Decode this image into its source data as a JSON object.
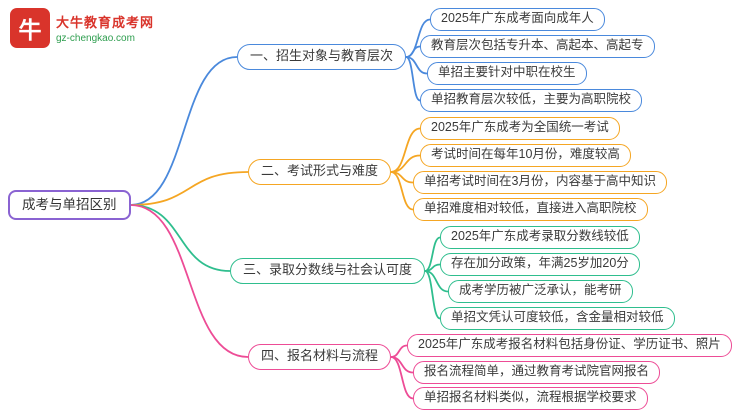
{
  "logo": {
    "icon_text": "牛",
    "site_name": "大牛教育成考网",
    "site_url": "gz-chengkao.com"
  },
  "root": {
    "label": "成考与单招区别"
  },
  "colors": {
    "root": "#8a63d2",
    "branches": [
      "#4a89dc",
      "#f5a623",
      "#2fbe8e",
      "#ed4c96"
    ]
  },
  "branches": [
    {
      "label": "一、招生对象与教育层次",
      "leaves": [
        "2025年广东成考面向成年人",
        "教育层次包括专升本、高起本、高起专",
        "单招主要针对中职在校生",
        "单招教育层次较低，主要为高职院校"
      ]
    },
    {
      "label": "二、考试形式与难度",
      "leaves": [
        "2025年广东成考为全国统一考试",
        "考试时间在每年10月份，难度较高",
        "单招考试时间在3月份，内容基于高中知识",
        "单招难度相对较低，直接进入高职院校"
      ]
    },
    {
      "label": "三、录取分数线与社会认可度",
      "leaves": [
        "2025年广东成考录取分数线较低",
        "存在加分政策，年满25岁加20分",
        "成考学历被广泛承认，能考研",
        "单招文凭认可度较低，含金量相对较低"
      ]
    },
    {
      "label": "四、报名材料与流程",
      "leaves": [
        "2025年广东成考报名材料包括身份证、学历证书、照片",
        "报名流程简单，通过教育考试院官网报名",
        "单招报名材料类似，流程根据学校要求"
      ]
    }
  ]
}
